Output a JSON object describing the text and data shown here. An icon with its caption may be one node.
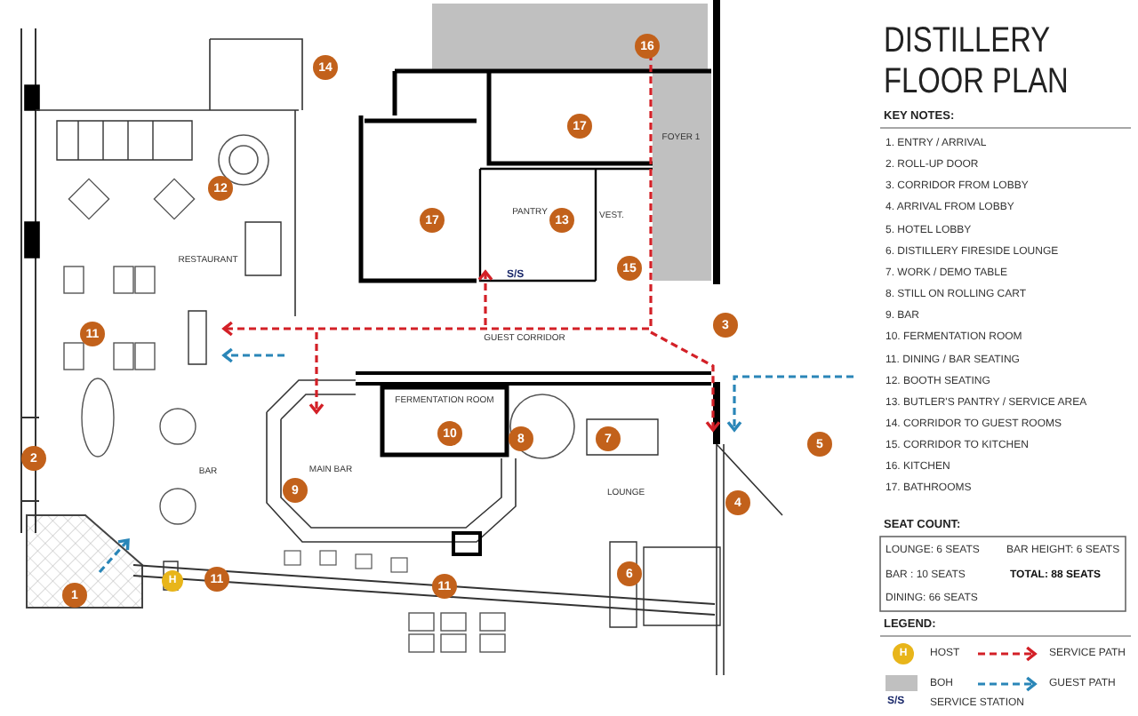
{
  "diagram": {
    "title": "DISTILLERY FLOOR PLAN",
    "labels": [
      "14",
      "16",
      "17",
      "12",
      "17",
      "PANTRY",
      "13",
      "VEST.",
      "FOYER 1",
      "RESTAURANT",
      "15",
      "S/S",
      "11",
      "3",
      "GUEST CORRIDOR",
      "FERMENTATION ROOM",
      "10",
      "8",
      "7",
      "2",
      "5",
      "BAR",
      "MAIN BAR",
      "9",
      "LOUNGE",
      "4",
      "6",
      "H",
      "11",
      "11",
      "1",
      "KEY NOTES:",
      "1. ENTRY / ARRIVAL",
      "2. ROLL-UP DOOR",
      "3. CORRIDOR FROM LOBBY",
      "4. ARRIVAL FROM LOBBY",
      "5. HOTEL LOBBY",
      "6. DISTILLERY FIRESIDE LOUNGE",
      "7. WORK / DEMO TABLE",
      "8. STILL ON ROLLING CART",
      "9. BAR",
      "10. FERMENTATION ROOM",
      "11. DINING / BAR SEATING",
      "12. BOOTH SEATING",
      "13. BUTLER'S PANTRY / SERVICE AREA",
      "14. CORRIDOR TO GUEST ROOMS",
      "15. CORRIDOR TO KITCHEN",
      "16. KITCHEN",
      "17. BATHROOMS",
      "SEAT COUNT:",
      "LOUNGE: 6 SEATS",
      "BAR HEIGHT: 6 SEATS",
      "BAR : 10 SEATS",
      "TOTAL: 88 SEATS",
      "DINING: 66 SEATS",
      "LEGEND:",
      "H",
      "S/S"
    ],
    "legend": [
      {
        "text": "HOST"
      },
      {
        "text": "SERVICE PATH"
      },
      {
        "text": "BOH",
        "color": "#c0c0c0"
      },
      {
        "text": "GUEST PATH"
      },
      {
        "text": "SERVICE STATION"
      }
    ]
  }
}
